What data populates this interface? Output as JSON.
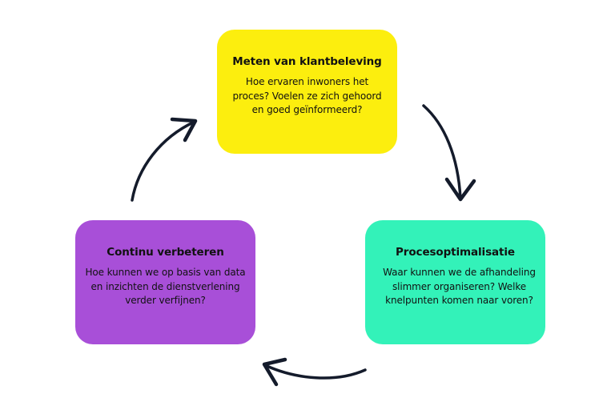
{
  "diagram": {
    "type": "cycle",
    "colors": {
      "meten": "#fcee0e",
      "proces": "#33f2b9",
      "continu": "#a84fd8",
      "arrow": "#141b2b"
    },
    "steps": [
      {
        "id": "meten",
        "title": "Meten van klantbeleving",
        "body": "Hoe ervaren inwoners het proces? Voelen ze zich gehoord en goed geïnformeerd?"
      },
      {
        "id": "proces",
        "title": "Procesoptimalisatie",
        "body": "Waar kunnen we de afhandeling slimmer organiseren? Welke knelpunten komen naar voren?"
      },
      {
        "id": "continu",
        "title": "Continu verbeteren",
        "body": "Hoe kunnen we op basis van data en inzichten de dienstverlening verder verfijnen?"
      }
    ],
    "arrows": [
      {
        "from": "meten",
        "to": "proces",
        "direction": "clockwise"
      },
      {
        "from": "proces",
        "to": "continu",
        "direction": "clockwise"
      },
      {
        "from": "continu",
        "to": "meten",
        "direction": "clockwise"
      }
    ]
  }
}
